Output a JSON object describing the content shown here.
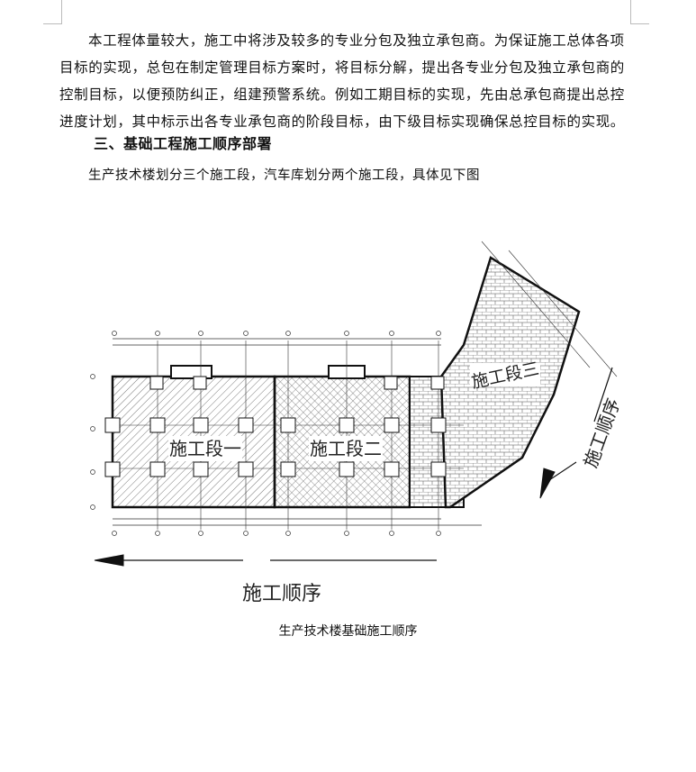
{
  "paragraph": "本工程体量较大，施工中将涉及较多的专业分包及独立承包商。为保证施工总体各项目标的实现，总包在制定管理目标方案时，将目标分解，提出各专业分包及独立承包商的控制目标，以便预防纠正，组建预警系统。例如工期目标的实现，先由总承包商提出总控进度计划，其中标示出各专业承包商的阶段目标，由下级目标实现确保总控目标的实现。",
  "paragraph_lines": [
    "本工程体量较大，施工中将涉及较多的专业分包及独立承包商。为保证施工总体各项",
    "目标的实现，总包在制定管理目标方案时，将目标分解，提出各专业分包及独立承包商的",
    "控制目标，以便预防纠正，组建预警系统。例如工期目标的实现，先由总承包商提出总控",
    "进度计划，其中标示出各专业承包商的阶段目标，由下级目标实现确保总控目标的实现。"
  ],
  "section_heading": "三、基础工程施工顺序部署",
  "intro": "生产技术楼划分三个施工段，汽车库划分两个施工段，具体见下图",
  "figure": {
    "segment_1": "施工段一",
    "segment_2": "施工段二",
    "segment_3": "施工段三",
    "order_horizontal": "施工顺序",
    "order_diagonal": "施工顺序"
  },
  "caption": "生产技术楼基础施工顺序",
  "colors": {
    "text": "#111111",
    "line": "#1a1a1a",
    "hatch": "#444444"
  }
}
